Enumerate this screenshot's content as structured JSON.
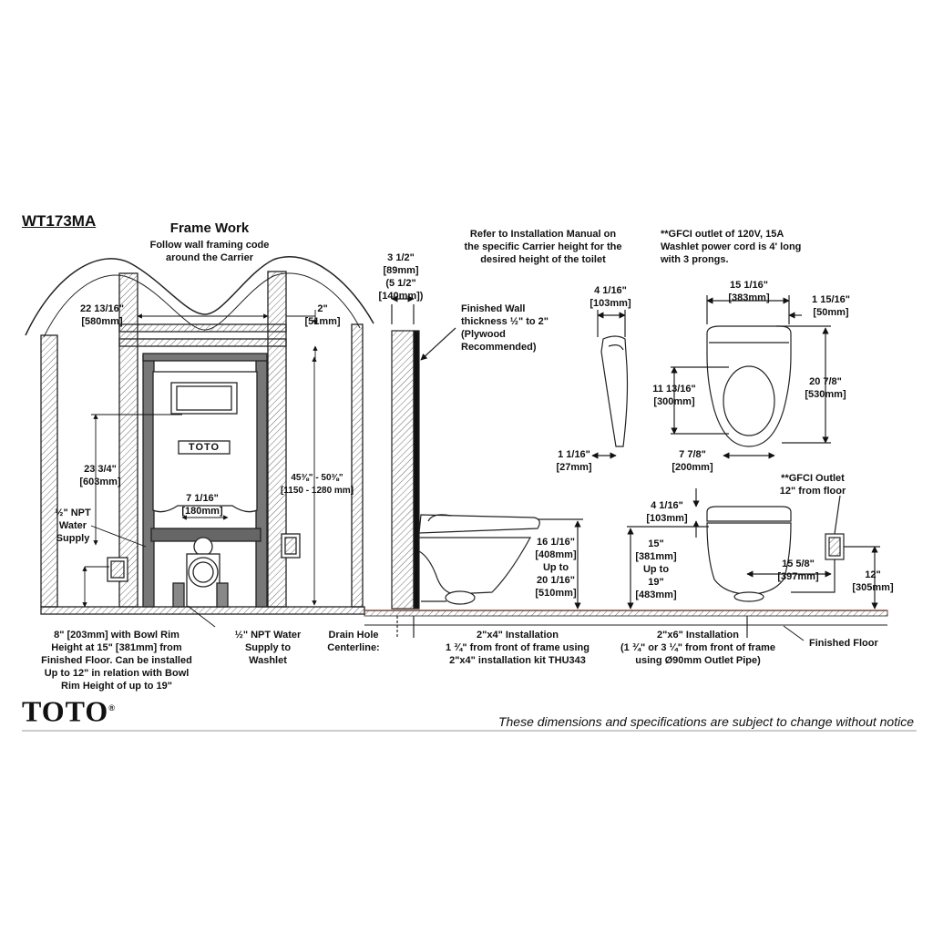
{
  "model": "WT173MA",
  "logo": {
    "text": "TOTO",
    "mark": "®"
  },
  "disclaimer": "These dimensions and specifications are subject to change without notice",
  "frame_work": {
    "title": "Frame Work",
    "subtitle": "Follow wall framing code\naround the Carrier",
    "tank_label": "TOTO",
    "dims": {
      "width": "22 13/16\"\n[580mm]",
      "top_gap": "2\"\n[51mm]",
      "height": "23 3/4\"\n[603mm]",
      "range": "45⅜\" - 50⅜\"\n[1150 - 1280 mm]",
      "center": "7 1/16\"\n[180mm]"
    },
    "npt_water": "½\" NPT\nWater\nSupply",
    "npt_washlet": "½\" NPT Water\nSupply to\nWashlet",
    "bowl_note": "8\" [203mm] with Bowl Rim\nHeight at 15\" [381mm]  from\nFinished Floor. Can be installed\nUp to 12\" in relation with Bowl\nRim Height of up to 19\""
  },
  "side_view": {
    "wall_depth": "3 1/2\"\n[89mm]\n(5 1/2\"\n[140mm])",
    "finished_wall": "Finished Wall\nthickness ½\" to 2\"\n(Plywood\nRecommended)",
    "refer_note": "Refer to Installation Manual on\nthe specific Carrier height for the\ndesired height of the toilet",
    "bowl_height": "16 1/16\"\n[408mm]\nUp to\n20 1/16\"\n[510mm]",
    "drain_hole": "Drain Hole\nCenterline:",
    "install_2x4": "2\"x4\" Installation\n1 ¾\" from front of frame using\n2\"x4\" installation kit THU343"
  },
  "seat_views": {
    "lid_depth": "4 1/16\"\n[103mm]",
    "lid_offset": "1 1/16\"\n[27mm]",
    "seat_width": "15 1/16\"\n[383mm]",
    "hinge": "1 15/16\"\n[50mm]",
    "opening": "11 13/16\"\n[300mm]",
    "length": "20 7/8\"\n[530mm]",
    "opening_width": "7 7/8\"\n[200mm]",
    "gfci_note": "**GFCI outlet of 120V, 15A\nWashlet power cord is 4' long\nwith 3 prongs."
  },
  "front_view": {
    "gfci_outlet": "**GFCI Outlet\n12\" from floor",
    "seat_depth": "4 1/16\"\n[103mm]",
    "rim_height": "15\"\n[381mm]\nUp to\n19\"\n[483mm]",
    "offset": "15 5/8\"\n[397mm]",
    "outlet_height": "12\"\n[305mm]",
    "install_2x6": "2\"x6\" Installation\n(1 ¾\" or 3 ¼\" from front of frame\nusing Ø90mm Outlet Pipe)",
    "finished_floor": "Finished Floor"
  }
}
